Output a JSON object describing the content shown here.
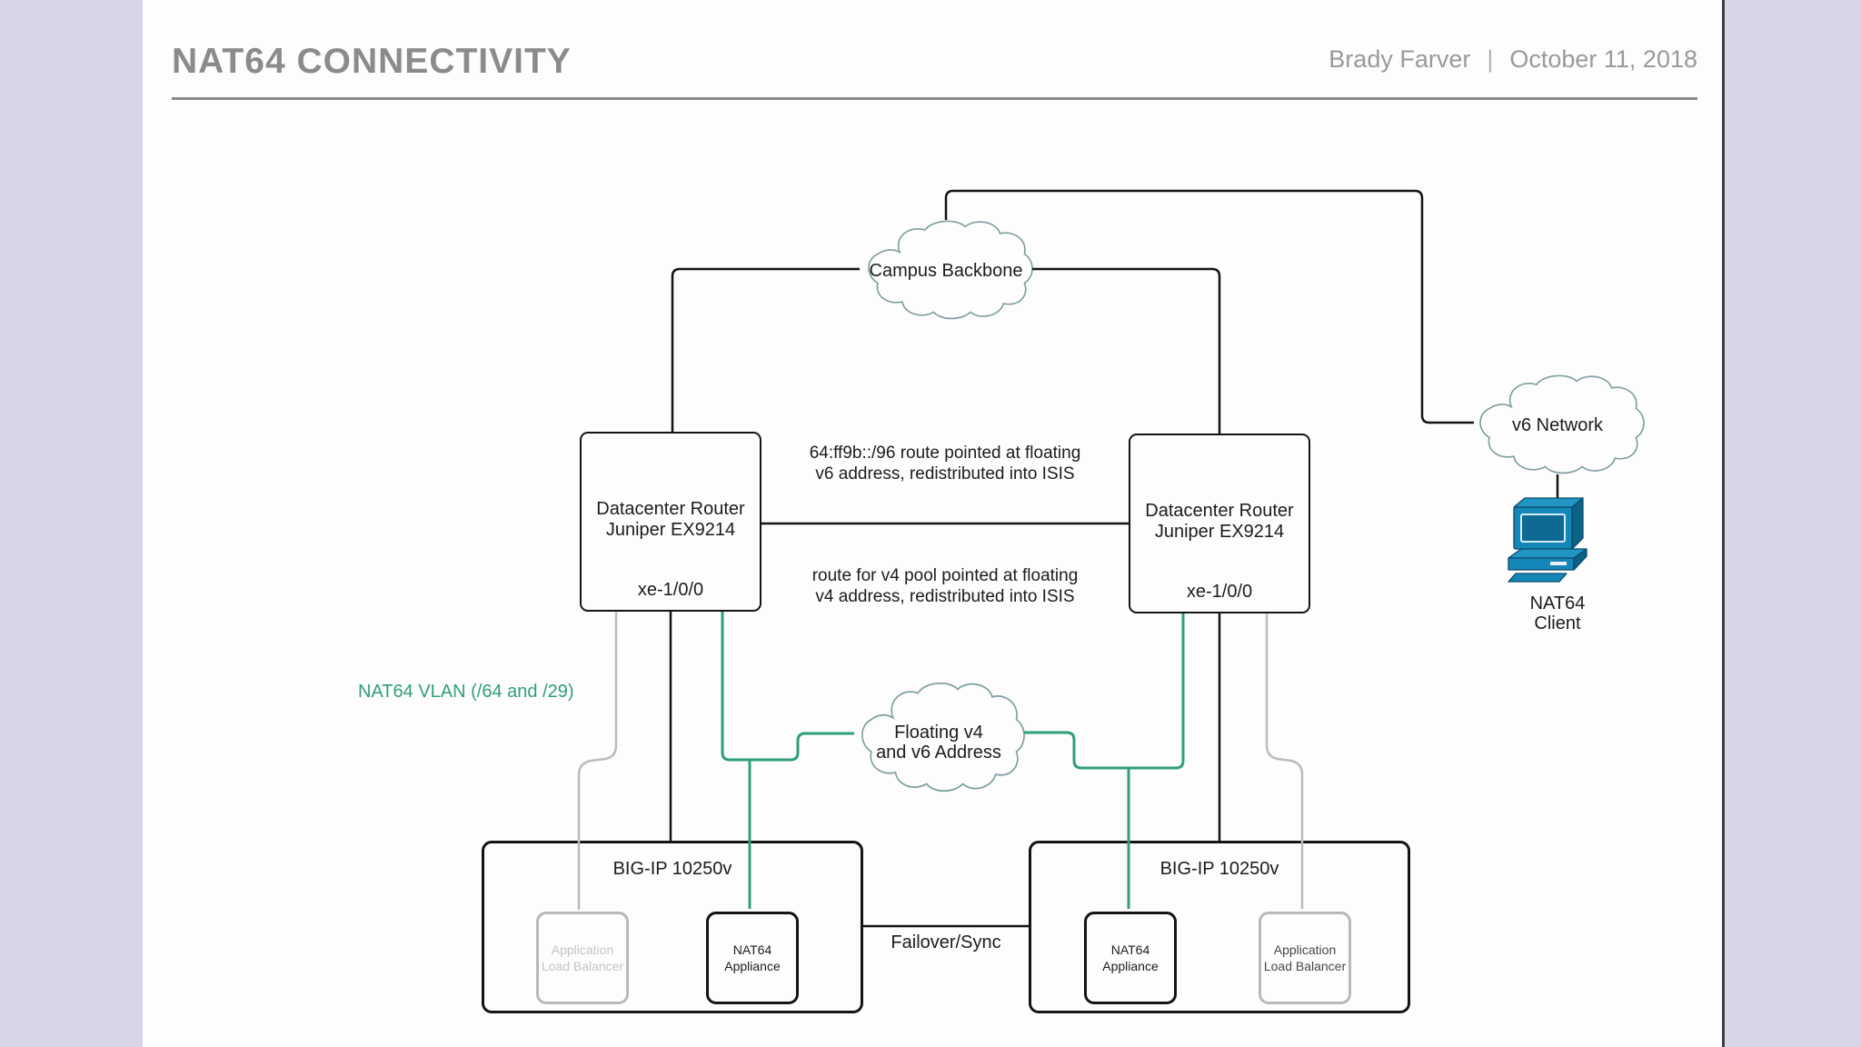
{
  "header": {
    "title": "NAT64 CONNECTIVITY",
    "author": "Brady Farver",
    "separator": "|",
    "date": "October 11, 2018"
  },
  "clouds": {
    "campus": "Campus Backbone",
    "v6": "v6 Network",
    "floating": [
      "Floating v4",
      "and v6 Address"
    ]
  },
  "routers": {
    "left": {
      "name": [
        "Datacenter Router",
        "Juniper EX9214"
      ],
      "port": "xe-1/0/0"
    },
    "right": {
      "name": [
        "Datacenter Router",
        "Juniper EX9214"
      ],
      "port": "xe-1/0/0"
    }
  },
  "bigip": {
    "left": {
      "title": "BIG-IP 10250v",
      "alb": [
        "Application",
        "Load Balancer"
      ],
      "nat64": [
        "NAT64",
        "Appliance"
      ]
    },
    "right": {
      "title": "BIG-IP 10250v",
      "nat64": [
        "NAT64",
        "Appliance"
      ],
      "alb": [
        "Application",
        "Load Balancer"
      ]
    }
  },
  "annotations": {
    "v6_route": [
      "64:ff9b::/96 route pointed at floating",
      "v6 address, redistributed into ISIS"
    ],
    "v4_route": [
      "route for v4 pool pointed at floating",
      "v4 address, redistributed into ISIS"
    ],
    "vlan": "NAT64 VLAN (/64 and /29)",
    "failover": "Failover/Sync"
  },
  "client": {
    "label": [
      "NAT64",
      "Client"
    ]
  },
  "colors": {
    "background": "#d9d5e7",
    "page": "#fdfdfd",
    "line_black": "#141414",
    "line_gray": "#bcbcbc",
    "line_green": "#2f9e7d",
    "cloud_stroke": "#7f9da0",
    "title_gray": "#8b8b8b",
    "client_blue": "#1486b8"
  }
}
